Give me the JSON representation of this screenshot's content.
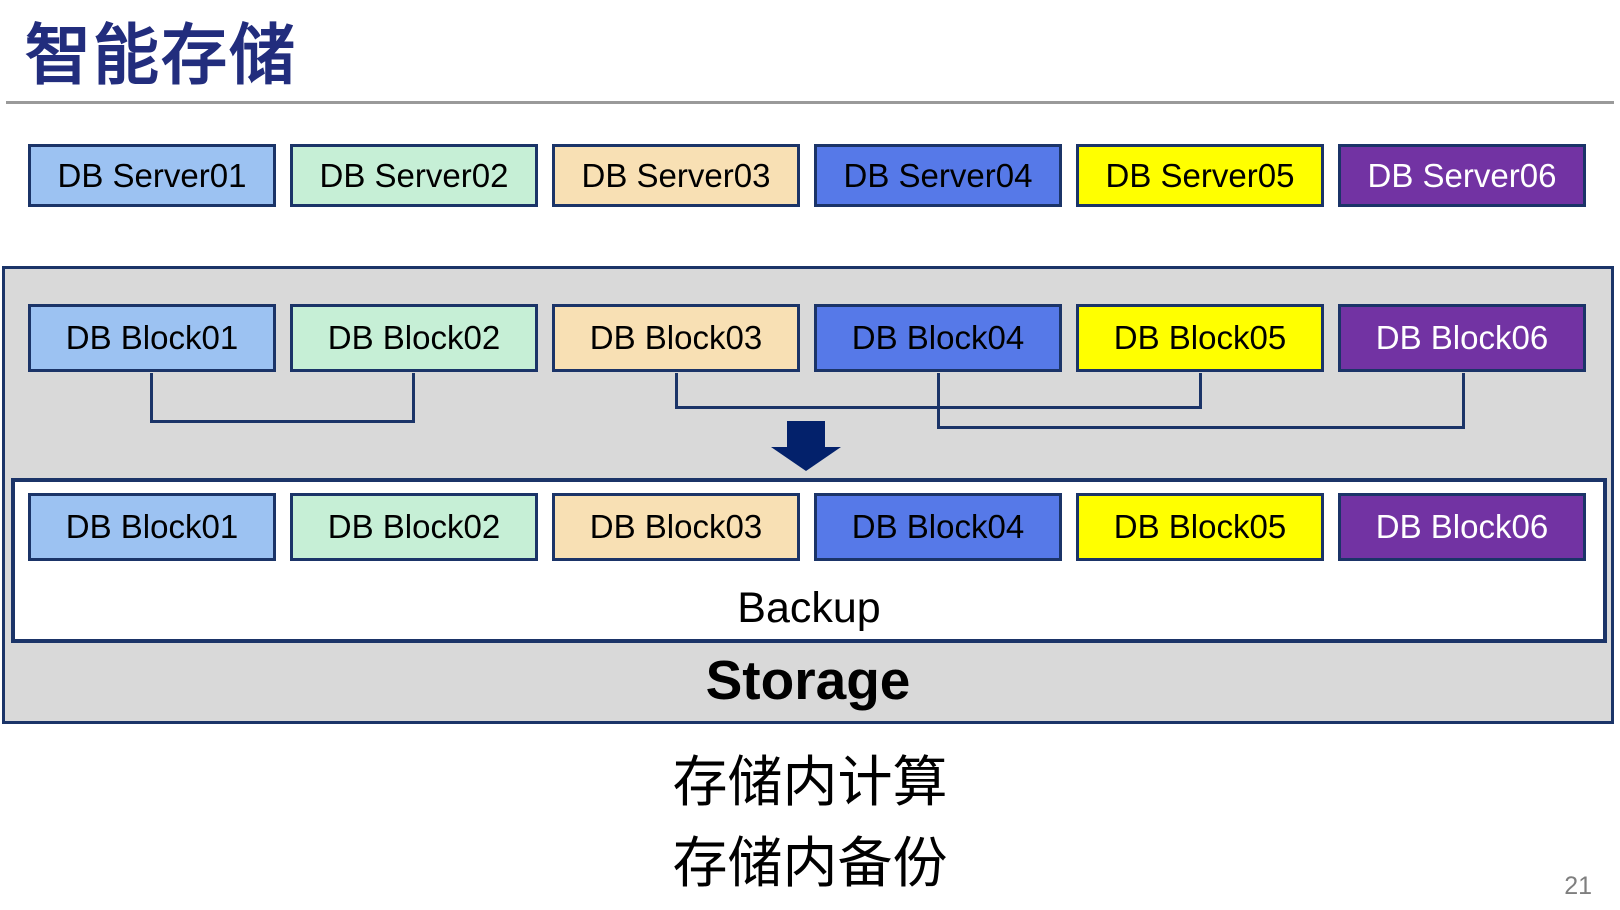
{
  "slide": {
    "title": "智能存储",
    "captions": {
      "line1": "存储内计算",
      "line2": "存储内备份"
    },
    "page_number": "21"
  },
  "servers": [
    "DB Server01",
    "DB Server02",
    "DB Server03",
    "DB Server04",
    "DB Server05",
    "DB Server06"
  ],
  "blocks": [
    "DB Block01",
    "DB Block02",
    "DB Block03",
    "DB Block04",
    "DB Block05",
    "DB Block06"
  ],
  "storage": {
    "backup_label": "Backup",
    "storage_label": "Storage"
  },
  "palette": {
    "box_fills": [
      "#9CC2F2",
      "#C6EFD6",
      "#F8E0B4",
      "#5679E8",
      "#FFFF00",
      "#7233A3"
    ],
    "box_text": [
      "#000000",
      "#000000",
      "#000000",
      "#000000",
      "#000000",
      "#FFFFFF"
    ],
    "border_navy": "#1B3468",
    "title_navy": "#222D7D",
    "arrow_navy": "#03216B",
    "container_gray": "#D9D9D9",
    "divider_gray": "#9A9A9A",
    "page_number_gray": "#7F7F7F",
    "label_black": "#000000"
  }
}
